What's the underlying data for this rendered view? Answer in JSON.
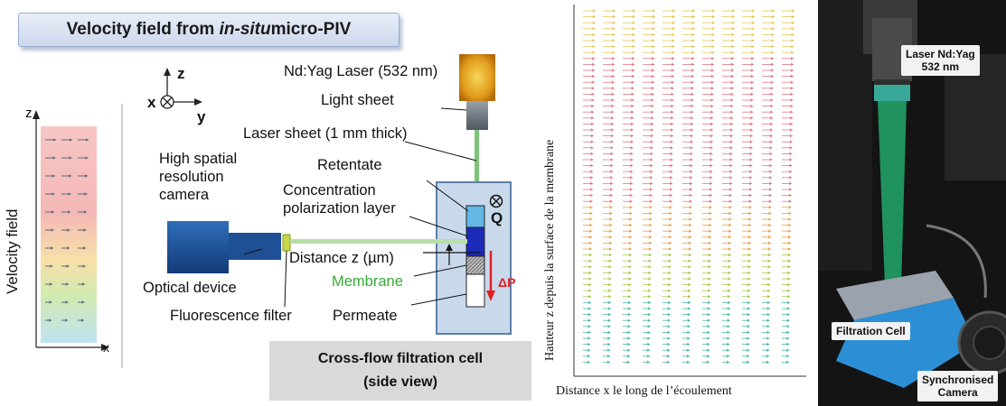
{
  "title": {
    "prefix": "Velocity field from ",
    "italic": "in-situ",
    "suffix": " micro-PIV"
  },
  "velocity_panel": {
    "axis_z": "z",
    "axis_x": "x",
    "label": "Velocity field"
  },
  "axes_triad": {
    "z": "z",
    "x": "x",
    "y": "y"
  },
  "setup": {
    "laser": "Nd:Yag Laser (532 nm)",
    "light_sheet": "Light sheet",
    "laser_sheet": "Laser sheet (1 mm thick)",
    "camera": [
      "High spatial",
      "resolution",
      "camera"
    ],
    "retentate": "Retentate",
    "cp_layer": [
      "Concentration",
      "polarization layer"
    ],
    "q_label": "Q",
    "distance": "Distance z (µm)",
    "membrane": "Membrane",
    "delta_p": "ΔP",
    "optical_device": "Optical device",
    "filter": "Fluorescence filter",
    "permeate": "Permeate"
  },
  "caption": {
    "line1": "Cross-flow filtration cell",
    "line2": "(side view)"
  },
  "vector_plot": {
    "ylabel": "Hauteur z depuis la surface de la membrane",
    "xlabel": "Distance x le long de l’écoulement"
  },
  "photo": {
    "laser": [
      "Laser Nd:Yag",
      "532 nm"
    ],
    "cell": "Filtration Cell",
    "camera": [
      "Synchronised",
      "Camera"
    ]
  },
  "colors": {
    "laser_green": "#7cc576",
    "membrane_text": "#38a838",
    "delta_p": "#e02020",
    "cell_blue": "#1c2ab8",
    "title_border": "#9aaed0"
  }
}
